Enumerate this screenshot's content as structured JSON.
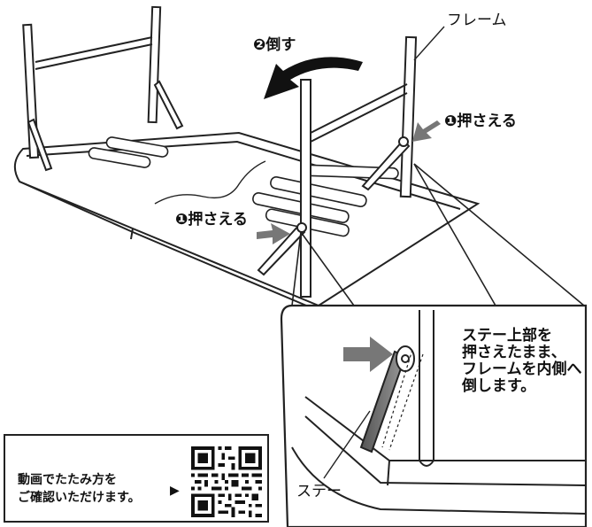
{
  "labels": {
    "frame": "フレーム",
    "tilt": "❷倒す",
    "press_right": "❶押さえる",
    "press_left": "❶押さえる",
    "stay": "ステー"
  },
  "instruction": {
    "lines": [
      "ステー上部を",
      "押さえたまま、",
      "フレームを内側へ",
      "倒します。"
    ]
  },
  "qr_panel": {
    "line1": "動画でたたみ方を",
    "line2": "ご確認いただけます。",
    "arrow": "▶"
  }
}
